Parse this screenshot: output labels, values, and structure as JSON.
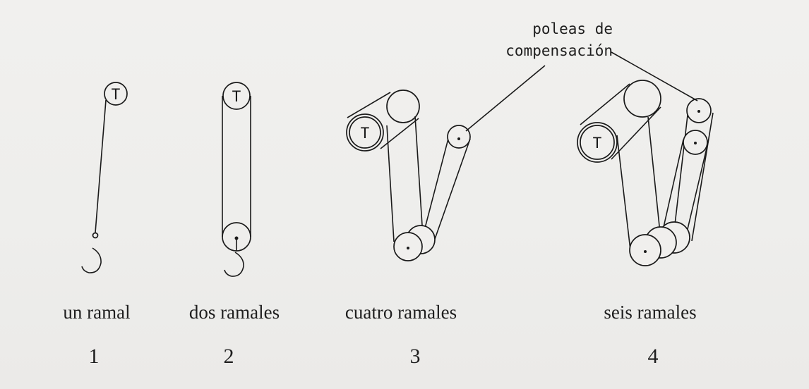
{
  "drum_letter": "T",
  "callout": {
    "line1": "poleas de",
    "line2": "compensación"
  },
  "configs": [
    {
      "caption": "un ramal",
      "number": "1"
    },
    {
      "caption": "dos ramales",
      "number": "2"
    },
    {
      "caption": "cuatro ramales",
      "number": "3"
    },
    {
      "caption": "seis ramales",
      "number": "4"
    }
  ]
}
